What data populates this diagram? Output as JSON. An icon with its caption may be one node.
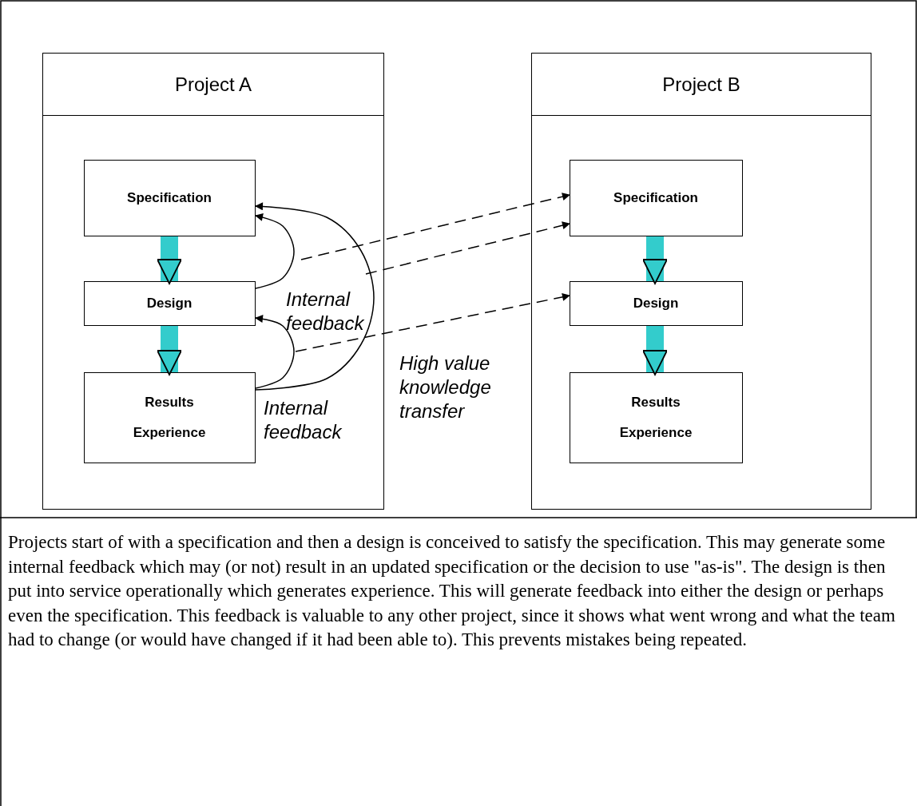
{
  "diagram": {
    "caption": "Projects start of with a specification and then a design is conceived to satisfy the specification. This may generate some internal feedback which may (or not) result in an updated specification or the decision to use \"as-is\". The design is then put into service operationally which generates experience. This will generate feedback into either the design or perhaps even the specification. This feedback is valuable to any other project, since it shows what went wrong and what the team had to change (or would have changed if it had been able to). This prevents mistakes being repeated.",
    "nodes": [
      {
        "text": [
          "Project A"
        ]
      },
      {
        "text": [
          "Specification"
        ],
        "in": 0
      },
      {
        "text": [
          "Design"
        ],
        "in": 0
      },
      {
        "text": [
          "Results Experience"
        ],
        "in": 0
      },
      {
        "text": [
          "Project B"
        ]
      },
      {
        "text": [
          "Specification"
        ],
        "in": 4
      },
      {
        "text": [
          "Design"
        ],
        "in": 4
      },
      {
        "text": [
          "Results Experience"
        ],
        "in": 4
      }
    ],
    "edges": [
      {
        "from": 1,
        "to": 2,
        "arrow": "to",
        "style": "thick",
        "color": "#33cccc"
      },
      {
        "from": 2,
        "to": 3,
        "arrow": "to",
        "style": "thick",
        "color": "#33cccc"
      },
      {
        "from": 5,
        "to": 6,
        "arrow": "to",
        "style": "thick",
        "color": "#33cccc"
      },
      {
        "from": 6,
        "to": 7,
        "arrow": "to",
        "style": "thick",
        "color": "#33cccc"
      },
      {
        "from": 2,
        "to": 1,
        "arrow": "to"
      },
      {
        "from": 3,
        "to": 2,
        "arrow": "to"
      },
      {
        "from": 3,
        "to": 1,
        "arrow": "to"
      },
      {
        "from": null,
        "to": 5,
        "arrow": "to",
        "style": "dashed"
      },
      {
        "from": null,
        "to": 5,
        "arrow": "to",
        "style": "dashed"
      },
      {
        "from": null,
        "to": 6,
        "arrow": "to",
        "style": "dashed"
      }
    ],
    "labels": [
      "Internal feedback",
      "High value knowledge transfer",
      "Internal feedback"
    ]
  }
}
